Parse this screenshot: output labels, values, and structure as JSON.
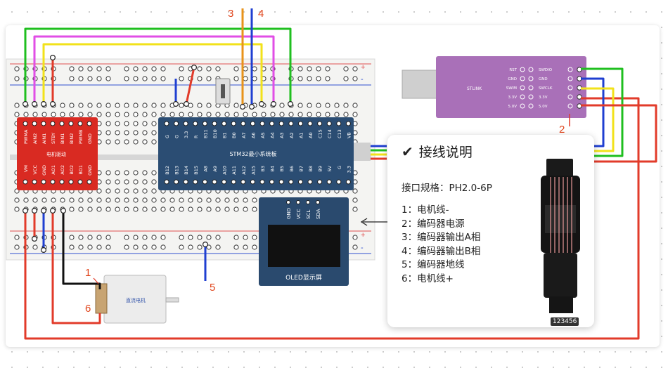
{
  "callouts": {
    "n1": "1",
    "n2": "2",
    "n3": "3",
    "n4": "4",
    "n5": "5",
    "n6": "6"
  },
  "motor_driver": {
    "title": "电机驱动",
    "top_pins": [
      "PWMA",
      "AIN2",
      "AIN1",
      "STBY",
      "BIN1",
      "BIN2",
      "PWMB",
      "GND"
    ],
    "bottom_pins": [
      "VM",
      "VCC",
      "GND",
      "AO1",
      "AO2",
      "BO2",
      "BO1",
      "GND"
    ]
  },
  "stm32": {
    "title": "STM32最小系统板",
    "top_pins": [
      "G",
      "G",
      "3.3",
      "R",
      "B11",
      "B10",
      "B1",
      "B0",
      "A7",
      "A6",
      "A5",
      "A4",
      "A3",
      "A2",
      "A1",
      "A0",
      "C15",
      "C14",
      "C13",
      "VB"
    ],
    "bottom_pins": [
      "B12",
      "B13",
      "B14",
      "B15",
      "A8",
      "A9",
      "A10",
      "A11",
      "A12",
      "A15",
      "B3",
      "B4",
      "B5",
      "B6",
      "B7",
      "B8",
      "B9",
      "5V",
      "G",
      "3.3"
    ]
  },
  "oled": {
    "title": "OLED显示屏",
    "pins": [
      "GND",
      "VCC",
      "SCL",
      "SDA"
    ]
  },
  "stlink": {
    "name": "STLINK",
    "left_pins": [
      "RST",
      "GND",
      "SWIM",
      "3.3V",
      "5.0V"
    ],
    "right_pins": [
      "SWDIO",
      "GND",
      "SWCLK",
      "3.3V",
      "5.0V"
    ]
  },
  "dc_motor": {
    "label": "直流电机"
  },
  "notes": {
    "title": "接线说明",
    "spec": "接口规格：PH2.0-6P",
    "items": [
      "1：电机线-",
      "2：编码器电源",
      "3：编码器输出A相",
      "4：编码器输出B相",
      "5：编码器地线",
      "6：电机线+"
    ],
    "connector_label": "123456"
  },
  "colors": {
    "wire_green": "#1fbf1f",
    "wire_magenta": "#e14ee6",
    "wire_yellow": "#f2e21a",
    "wire_red": "#e23b2a",
    "wire_blue": "#1f3fd1",
    "wire_black": "#111111",
    "wire_orange": "#e8931b",
    "stm32_board": "#2b4d73",
    "driver_board": "#d92a22",
    "stlink_body": "#a970b8",
    "oled_board": "#2a4a6e"
  }
}
